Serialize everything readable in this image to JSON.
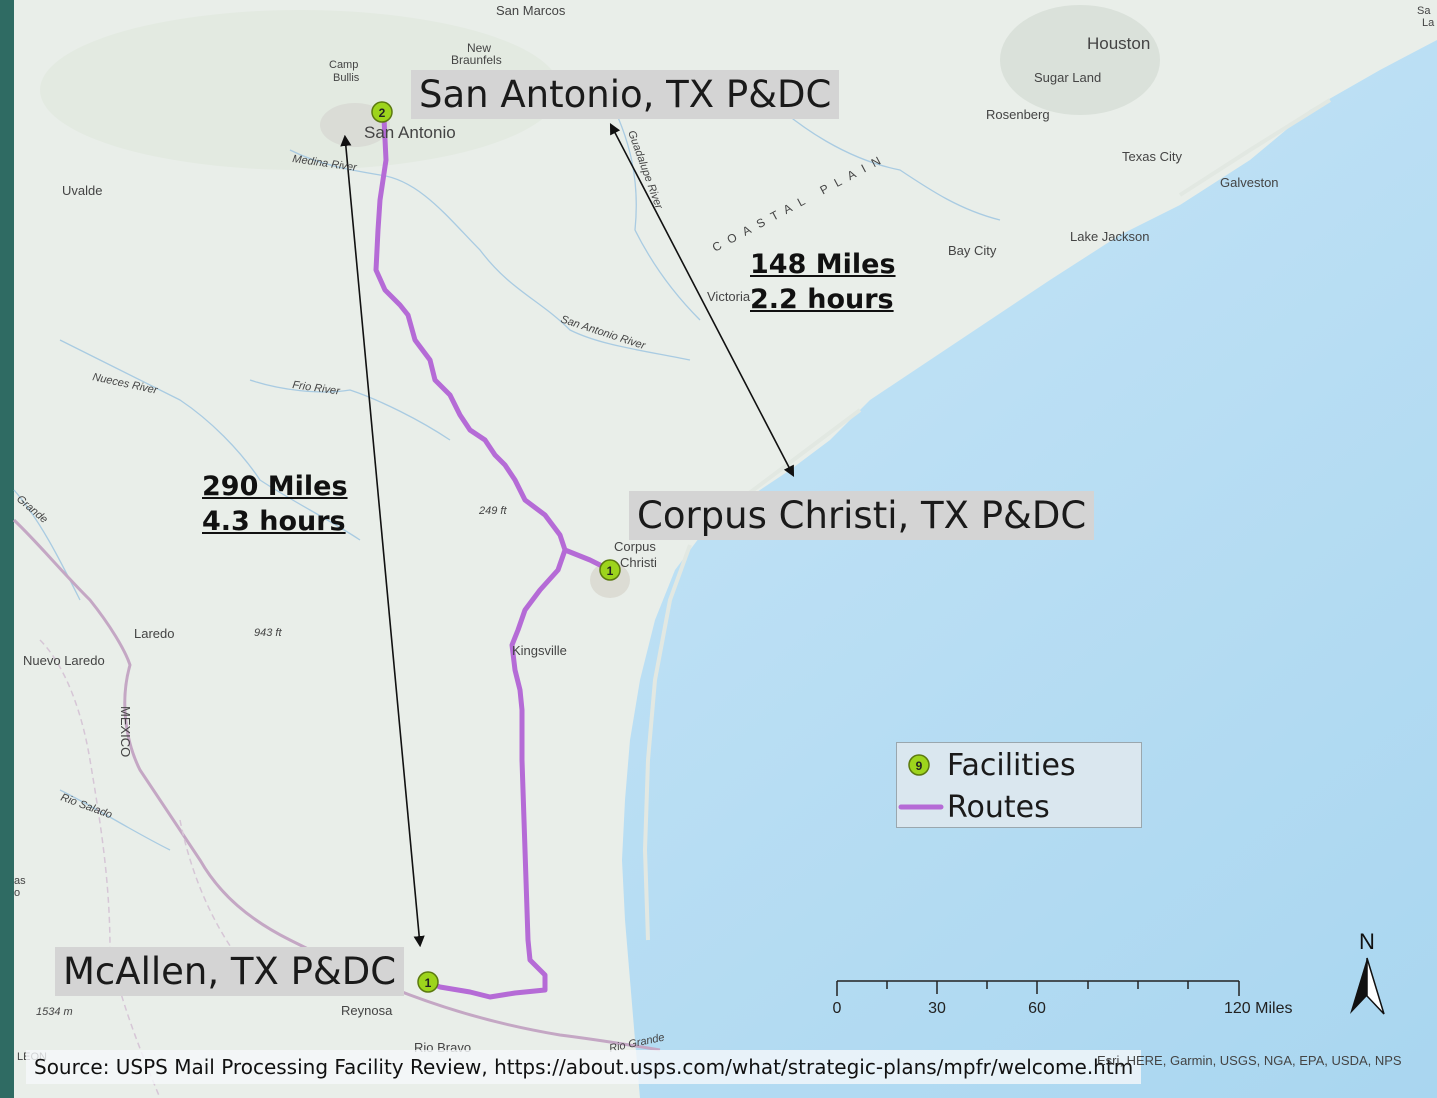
{
  "map": {
    "places": {
      "san_marcos": "San Marcos",
      "new_braunfels_1": "New",
      "new_braunfels_2": "Braunfels",
      "camp_bullis_1": "Camp",
      "camp_bullis_2": "Bullis",
      "san_antonio": "San Antonio",
      "houston": "Houston",
      "sugar_land": "Sugar Land",
      "rosenberg": "Rosenberg",
      "texas_city": "Texas City",
      "galveston": "Galveston",
      "lake_jackson": "Lake Jackson",
      "bay_city": "Bay City",
      "uvalde": "Uvalde",
      "victoria": "Victoria",
      "corpus_1": "Corpus",
      "corpus_2": "Christi",
      "kingsville": "Kingsville",
      "laredo": "Laredo",
      "nuevo_laredo": "Nuevo Laredo",
      "mexico": "MEXICO",
      "reynosa": "Reynosa",
      "rio_bravo": "Rio Bravo",
      "coastal_plain": "COASTAL PLAIN",
      "medina_river": "Medina River",
      "guadalupe_river": "Guadalupe River",
      "san_antonio_river": "San Antonio River",
      "nueces_river": "Nueces River",
      "frio_river": "Frio River",
      "rio_salado": "Rio Salado",
      "rio_grande_1": "Rio Grande",
      "rio_grande_2": "Grande",
      "elev_249": "249 ft",
      "elev_943": "943 ft",
      "elev_1534": "1534 m",
      "edge_left_1": "as",
      "edge_left_2": "o",
      "edge_bottom": "LEON",
      "edge_top_right_1": "Sa",
      "edge_top_right_2": "La"
    },
    "facilities": [
      {
        "id": "san-antonio",
        "count": "2"
      },
      {
        "id": "corpus-christi",
        "count": "1"
      },
      {
        "id": "mcallen",
        "count": "1"
      }
    ],
    "callouts": {
      "san_antonio": "San Antonio, TX P&DC",
      "corpus_christi": "Corpus Christi, TX P&DC",
      "mcallen": "McAllen, TX P&DC"
    },
    "distances": {
      "corpus_to_san_antonio": {
        "miles": "148 Miles",
        "hours": "2.2 hours"
      },
      "mcallen_to_san_antonio": {
        "miles": "290 Miles",
        "hours": "4.3 hours"
      }
    },
    "legend": {
      "facilities_label": "Facilities",
      "facilities_symbol": "9",
      "routes_label": "Routes"
    },
    "scale_bar": {
      "ticks": [
        "0",
        "30",
        "60",
        "120 Miles"
      ]
    },
    "north_arrow": "N",
    "source": "Source: USPS Mail Processing Facility Review, https://about.usps.com/what/strategic-plans/mpfr/welcome.htm",
    "attribution": "Esri, HERE, Garmin, USGS, NGA, EPA, USDA, NPS",
    "colors": {
      "land": "#e8ede9",
      "water": "#b9def3",
      "route": "#b56bd6",
      "facility": "#9dd41c",
      "border": "#c4a7c4",
      "frame": "#2f6b63"
    }
  }
}
